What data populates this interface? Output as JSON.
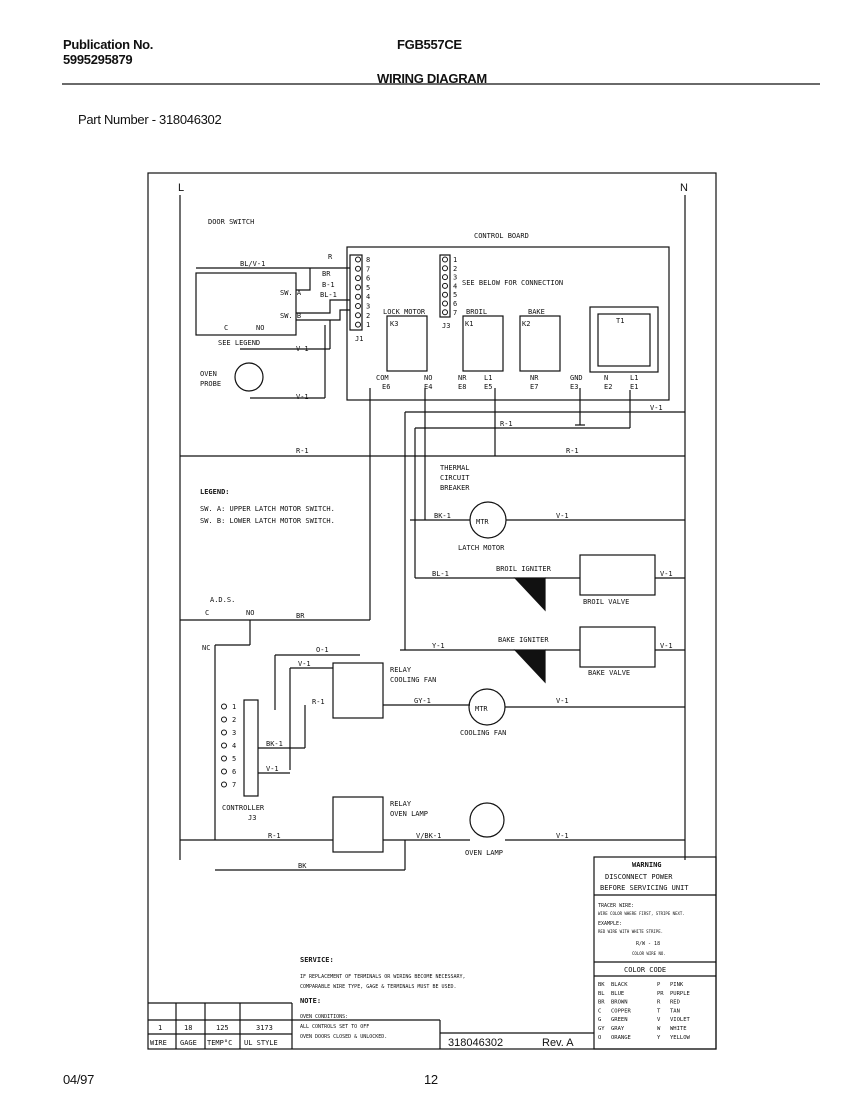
{
  "header": {
    "publication_label": "Publication No.",
    "publication_number": "5995295879",
    "model": "FGB557CE",
    "title": "WIRING DIAGRAM",
    "part_number": "Part Number - 318046302"
  },
  "footer": {
    "date": "04/97",
    "page": "12"
  },
  "diagram": {
    "line_label": "L",
    "neutral_label": "N",
    "door_switch": "DOOR SWITCH",
    "control_board": "CONTROL BOARD",
    "see_below": "SEE BELOW FOR CONNECTION",
    "see_legend": "SEE LEGEND",
    "oven_probe": [
      "OVEN",
      "PROBE"
    ],
    "lock_motor": "LOCK MOTOR",
    "broil": "BROIL",
    "bake": "BAKE",
    "k3": "K3",
    "k1": "K1",
    "k2": "K2",
    "t1": "T1",
    "j1": "J1",
    "j3": "J3",
    "j1_pins": [
      "8",
      "7",
      "6",
      "5",
      "4",
      "3",
      "2",
      "1"
    ],
    "j3_pins": [
      "1",
      "2",
      "3",
      "4",
      "5",
      "6",
      "7"
    ],
    "sw_a": "SW. A",
    "sw_b": "SW. B",
    "c": "C",
    "no": "NO",
    "nc": "NC",
    "terminals": [
      "COM",
      "NO",
      "NR",
      "L1",
      "NR",
      "GND",
      "N",
      "L1"
    ],
    "terminal_codes": [
      "E6",
      "E4",
      "E8",
      "E5",
      "E7",
      "E3",
      "E2",
      "E1"
    ],
    "thermal": [
      "THERMAL",
      "CIRCUIT",
      "BREAKER"
    ],
    "latch_motor": "LATCH MOTOR",
    "mtr": "MTR",
    "broil_igniter": "BROIL IGNITER",
    "broil_valve": "BROIL VALVE",
    "bake_igniter": "BAKE IGNITER",
    "bake_valve": "BAKE VALVE",
    "relay_fan": [
      "RELAY",
      "COOLING FAN"
    ],
    "cooling_fan": "COOLING FAN",
    "relay_lamp": [
      "RELAY",
      "OVEN LAMP"
    ],
    "oven_lamp": "OVEN LAMP",
    "controller": [
      "CONTROLLER",
      "J3"
    ],
    "ctrl_pins": [
      "1",
      "2",
      "3",
      "4",
      "5",
      "6",
      "7"
    ],
    "ads": "A.D.S.",
    "legend_title": "LEGEND:",
    "legend_lines": [
      "SW. A:  UPPER LATCH MOTOR SWITCH.",
      "SW. B:  LOWER LATCH MOTOR SWITCH."
    ],
    "wires": {
      "blv1": "BL/V-1",
      "r": "R",
      "br": "BR",
      "b1": "B-1",
      "bl1": "BL-1",
      "v1": "V-1",
      "r1": "R-1",
      "bk1": "BK-1",
      "y1": "Y-1",
      "o1": "O-1",
      "gy1": "GY-1",
      "vbk1": "V/BK-1",
      "bk": "BK"
    },
    "warning": [
      "WARNING",
      "DISCONNECT POWER",
      "BEFORE SERVICING UNIT"
    ],
    "tracer": [
      "TRACER WIRE:",
      "WIRE COLOR WHERE FIRST, STRIPE NEXT.",
      "EXAMPLE:",
      "RED WIRE WITH WHITE STRIPE.",
      "R/W - 18",
      "COLOR WIRE NO."
    ],
    "color_code_title": "COLOR CODE",
    "color_code": [
      [
        "BK",
        "BLACK",
        "P",
        "PINK"
      ],
      [
        "BL",
        "BLUE",
        "PR",
        "PURPLE"
      ],
      [
        "BR",
        "BROWN",
        "R",
        "RED"
      ],
      [
        "C",
        "COPPER",
        "T",
        "TAN"
      ],
      [
        "G",
        "GREEN",
        "V",
        "VIOLET"
      ],
      [
        "GY",
        "GRAY",
        "W",
        "WHITE"
      ],
      [
        "O",
        "ORANGE",
        "Y",
        "YELLOW"
      ]
    ],
    "service": [
      "SERVICE:",
      "IF REPLACEMENT OF TERMINALS OR WIRING BECOME NECESSARY,",
      "COMPARABLE WIRE TYPE, GAGE & TERMINALS MUST BE USED."
    ],
    "note": [
      "NOTE:",
      "OVEN CONDITIONS:",
      "ALL CONTROLS SET TO OFF",
      "OVEN DOORS CLOSED & UNLOCKED."
    ],
    "wire_table": {
      "values": [
        "1",
        "18",
        "125",
        "3173"
      ],
      "labels": [
        "WIRE",
        "GAGE",
        "TEMP°C",
        "UL STYLE"
      ]
    },
    "doc_number": "318046302",
    "revision": "Rev. A"
  }
}
